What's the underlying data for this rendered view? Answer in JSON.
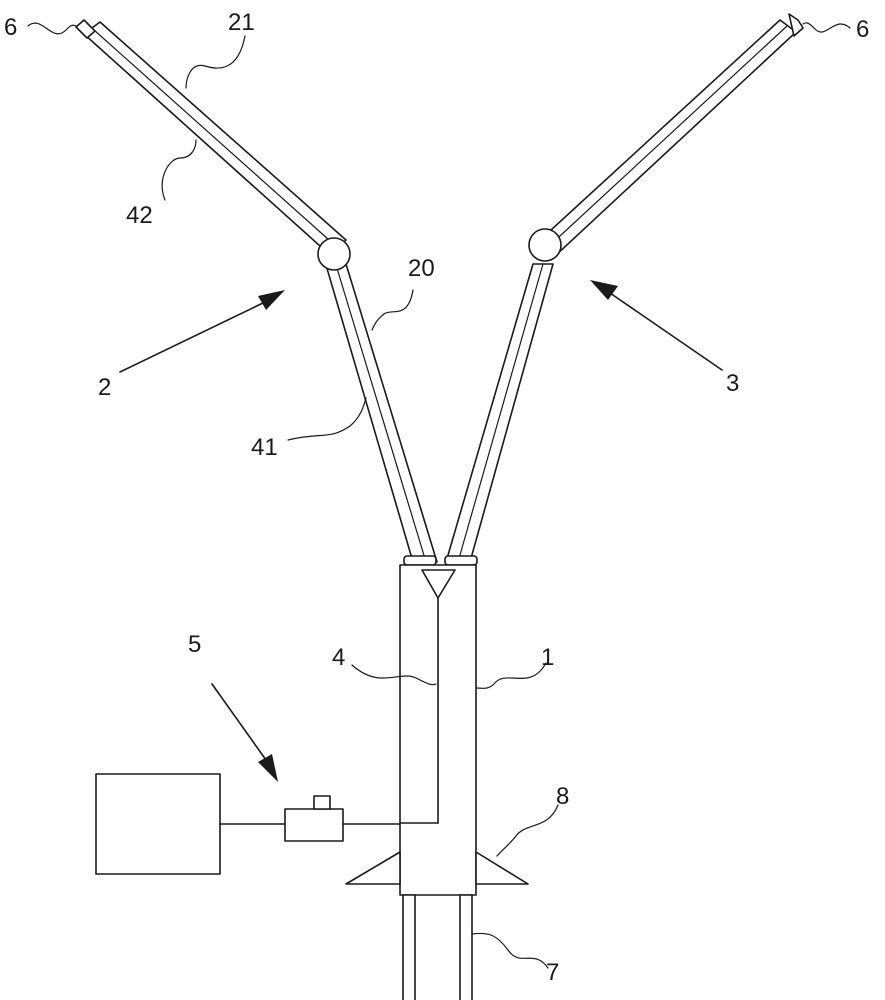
{
  "labels": {
    "l6_left": "6",
    "l21": "21",
    "l42": "42",
    "l6_right": "6",
    "l20": "20",
    "l2": "2",
    "l3": "3",
    "l41": "41",
    "l5": "5",
    "l4": "4",
    "l1": "1",
    "l8": "8",
    "l7": "7"
  }
}
